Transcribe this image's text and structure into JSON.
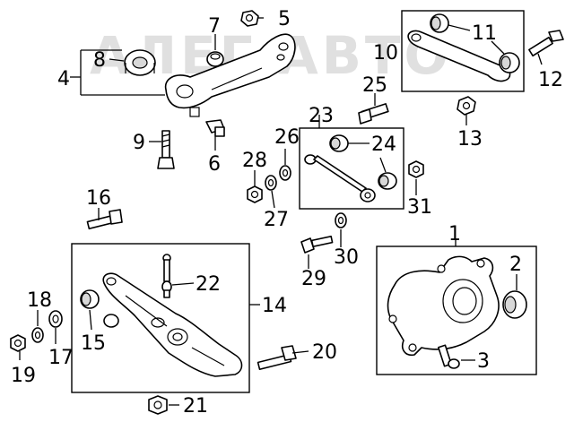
{
  "watermark": {
    "text": "АЛЕГ АВТО"
  },
  "callouts": {
    "c1": "1",
    "c2": "2",
    "c3": "3",
    "c4": "4",
    "c5": "5",
    "c6": "6",
    "c7": "7",
    "c8": "8",
    "c9": "9",
    "c10": "10",
    "c11": "11",
    "c12": "12",
    "c13": "13",
    "c14": "14",
    "c15": "15",
    "c16": "16",
    "c17": "17",
    "c18": "18",
    "c19": "19",
    "c20": "20",
    "c21": "21",
    "c22": "22",
    "c23": "23",
    "c24": "24",
    "c25": "25",
    "c26": "26",
    "c27": "27",
    "c28": "28",
    "c29": "29",
    "c30": "30",
    "c31": "31"
  },
  "colors": {
    "line": "#000000",
    "background": "#ffffff",
    "watermark": "#c8c8c8"
  }
}
